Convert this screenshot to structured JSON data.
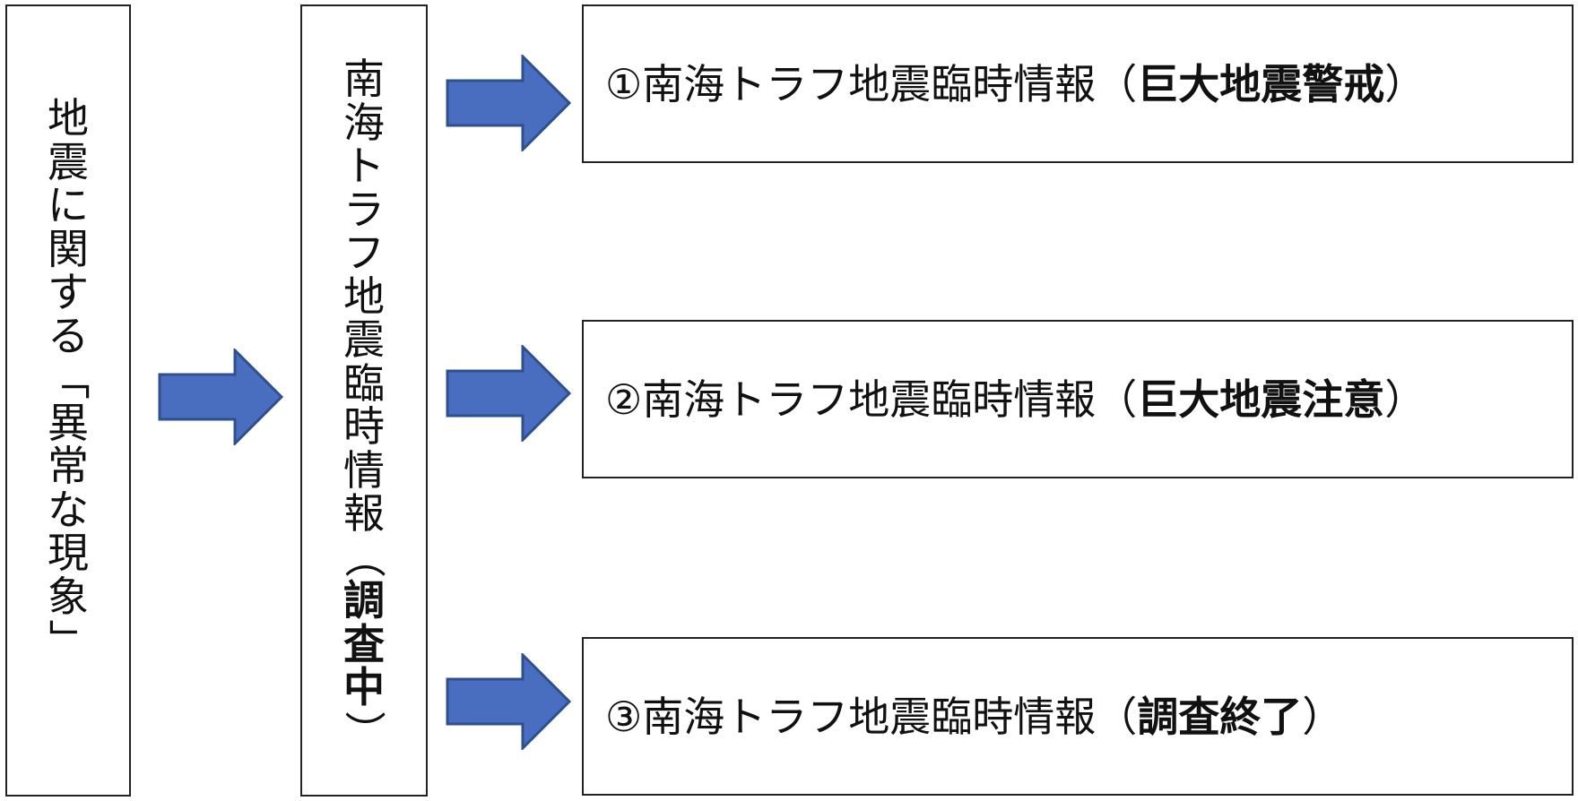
{
  "colors": {
    "arrow_fill": "#4a6ebf",
    "arrow_stroke": "#2f4f8f",
    "border": "#222222"
  },
  "left_box": {
    "chars": [
      {
        "c": "地"
      },
      {
        "c": "震"
      },
      {
        "c": "に"
      },
      {
        "c": "関"
      },
      {
        "c": "す"
      },
      {
        "c": "る"
      },
      {
        "c": "「",
        "rotate": true
      },
      {
        "c": "異"
      },
      {
        "c": "常"
      },
      {
        "c": "な"
      },
      {
        "c": "現"
      },
      {
        "c": "象"
      },
      {
        "c": "」",
        "rotate": true
      }
    ]
  },
  "middle_box": {
    "chars": [
      {
        "c": "南"
      },
      {
        "c": "海"
      },
      {
        "c": "ト"
      },
      {
        "c": "ラ"
      },
      {
        "c": "フ"
      },
      {
        "c": "地"
      },
      {
        "c": "震"
      },
      {
        "c": "臨"
      },
      {
        "c": "時"
      },
      {
        "c": "情"
      },
      {
        "c": "報"
      },
      {
        "c": "（",
        "rotate": true
      },
      {
        "c": "調",
        "bold": true
      },
      {
        "c": "査",
        "bold": true
      },
      {
        "c": "中",
        "bold": true
      },
      {
        "c": "）",
        "rotate": true
      }
    ]
  },
  "results": [
    {
      "prefix": "①南海トラフ地震臨時情報（",
      "emphasis": "巨大地震警戒",
      "suffix": "）"
    },
    {
      "prefix": "②南海トラフ地震臨時情報（",
      "emphasis": "巨大地震注意",
      "suffix": "）"
    },
    {
      "prefix": "③南海トラフ地震臨時情報（",
      "emphasis": "調査終了",
      "suffix": "）"
    }
  ],
  "arrow_icon": "right-arrow-icon"
}
